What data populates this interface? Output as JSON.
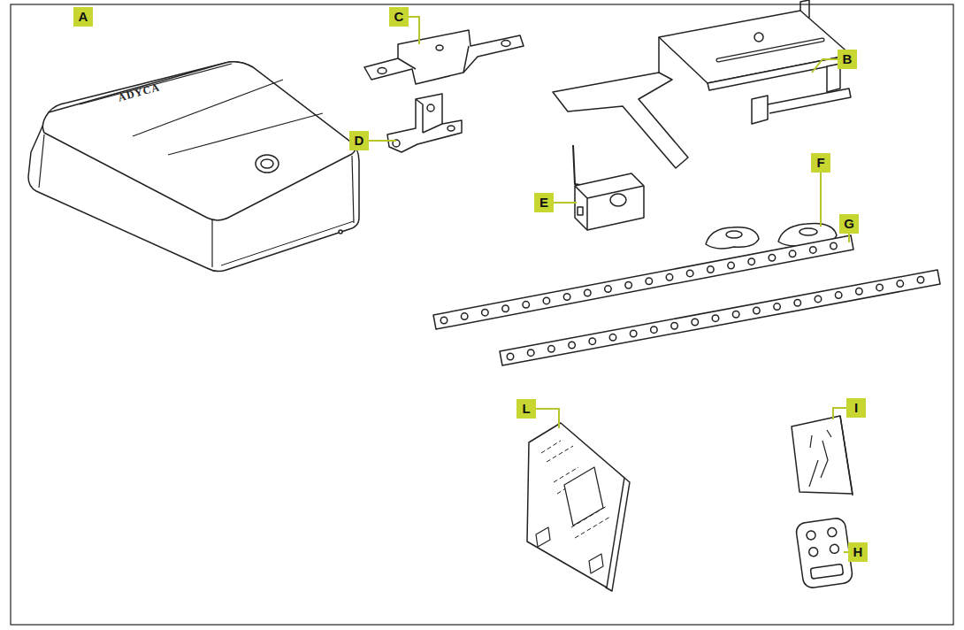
{
  "diagram": {
    "labels": [
      "A",
      "ADYCA",
      "C",
      "B",
      "D",
      "E",
      "F",
      "G",
      "L",
      "I",
      "H"
    ]
  }
}
